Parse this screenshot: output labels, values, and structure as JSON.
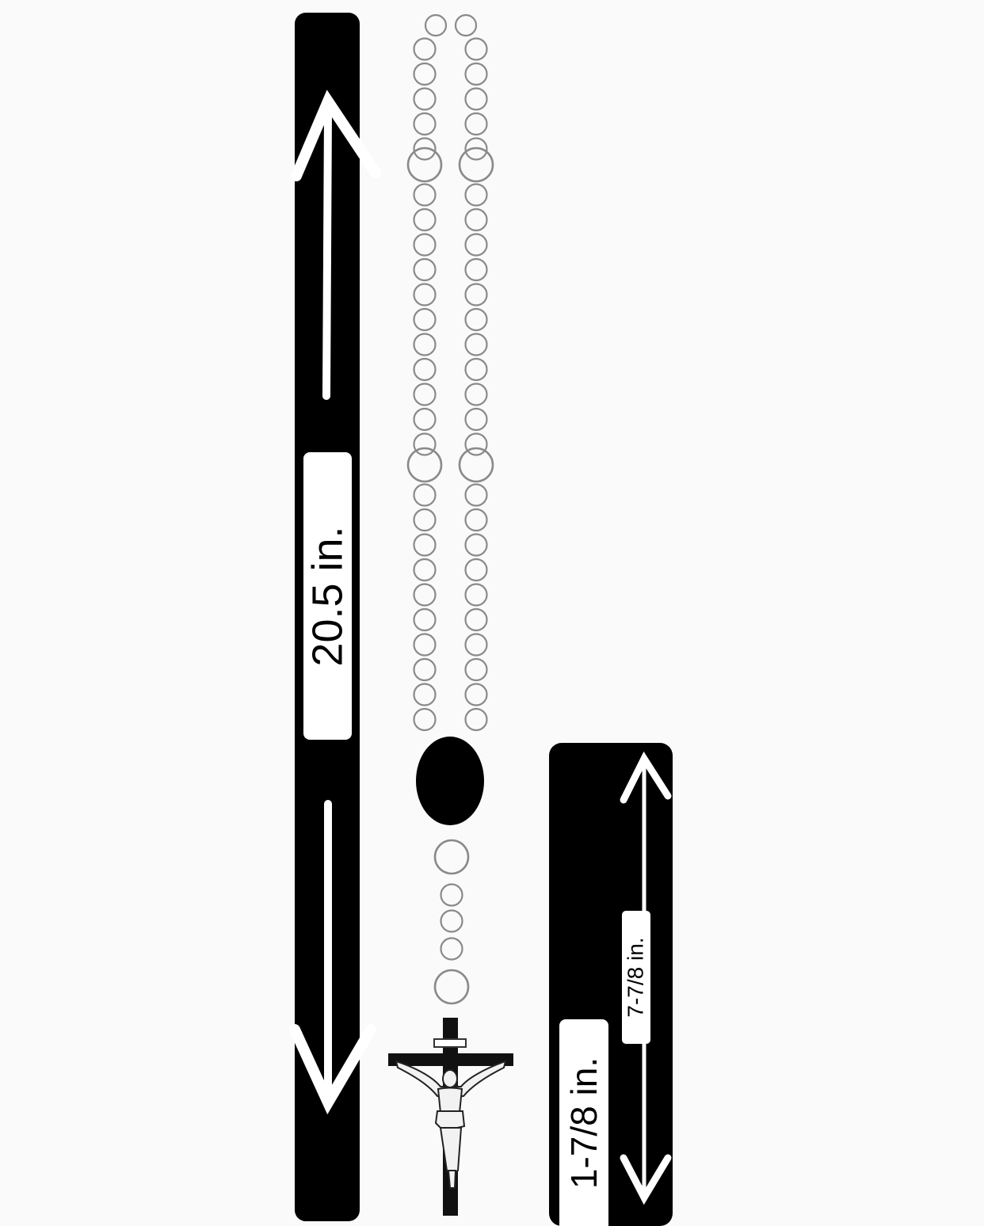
{
  "measurements": {
    "total_length": "20.5 in.",
    "crucifix_width": "1-7/8 in.",
    "crucifix_height": "7-7/8 in."
  },
  "colors": {
    "background": "#fafafa",
    "bar": "#000000",
    "arrow": "#ffffff",
    "bead_stroke": "#8a8a8a",
    "centerpiece": "#000000",
    "cross": "#111111"
  },
  "icons": {
    "rosary": "rosary-beads-icon",
    "centerpiece": "oval-centerpiece-icon",
    "crucifix": "crucifix-icon"
  }
}
